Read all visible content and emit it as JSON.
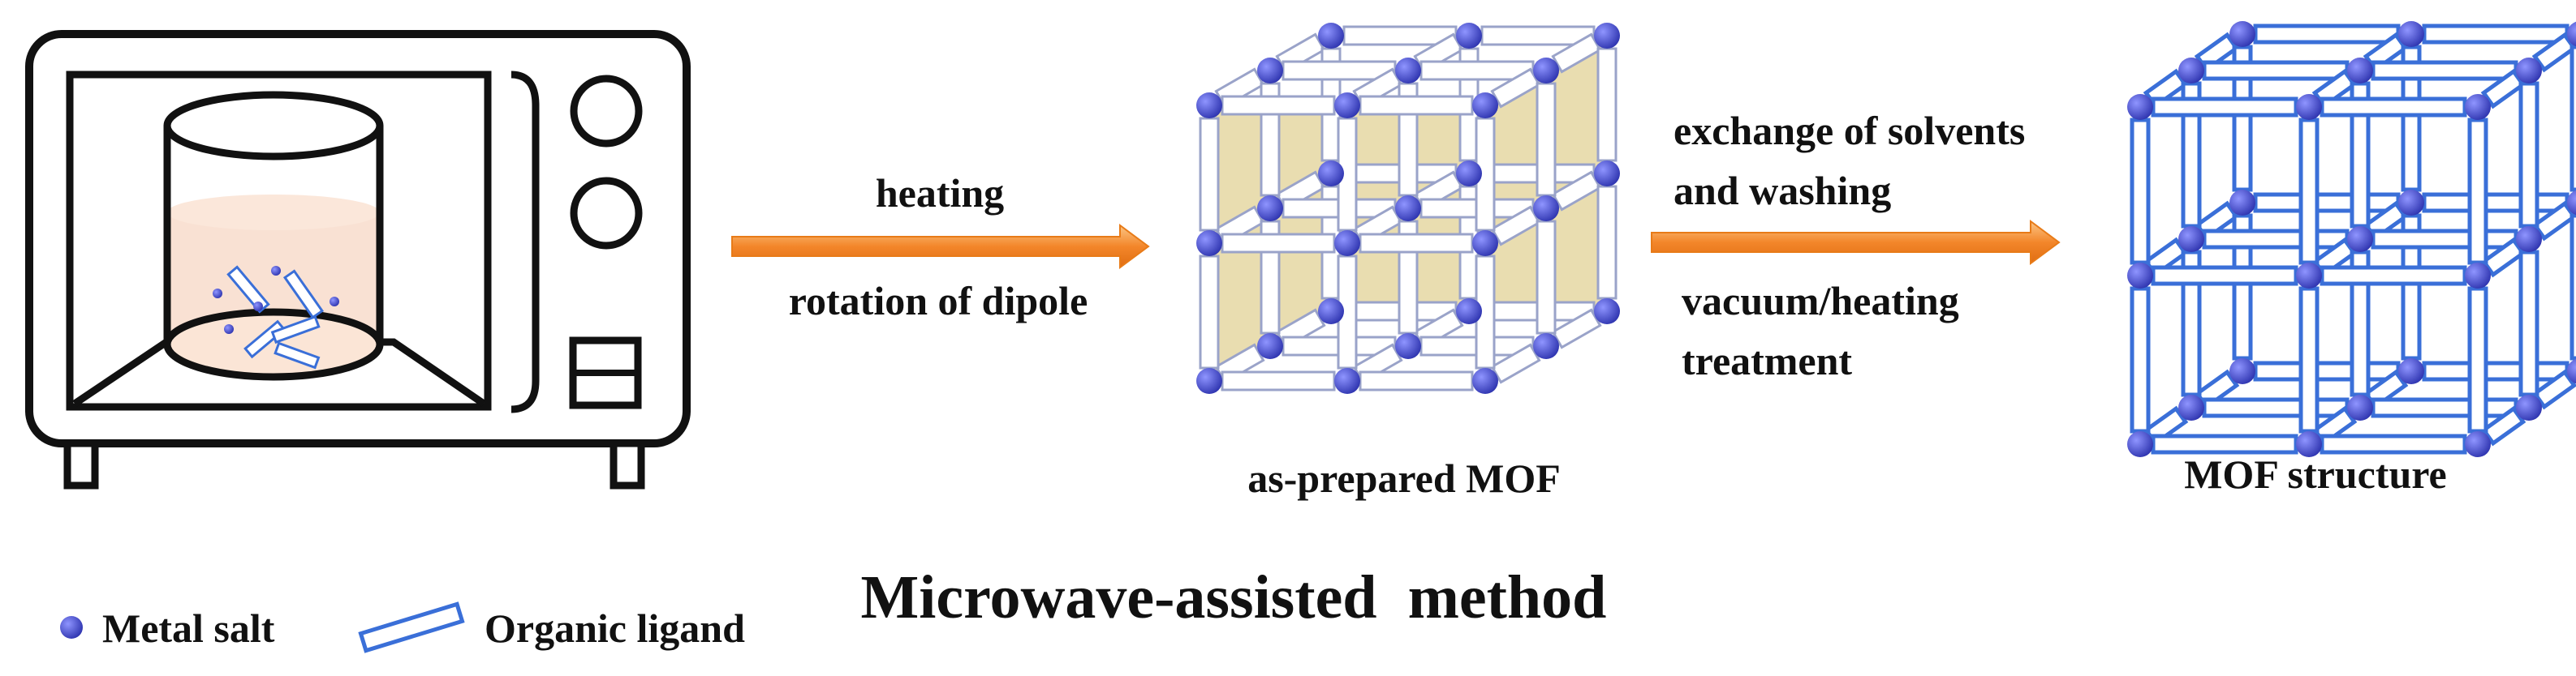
{
  "process": {
    "step1": {
      "above": "heating",
      "below": "rotation of dipole"
    },
    "step2": {
      "above": [
        "exchange of solvents",
        "and washing"
      ],
      "below": [
        "vacuum/heating",
        "treatment"
      ]
    }
  },
  "captions": {
    "as_prepared": "as-prepared MOF",
    "final": "MOF structure"
  },
  "legend": {
    "metal_salt": "Metal salt",
    "organic_ligand": "Organic ligand"
  },
  "title": "Microwave-assisted  method",
  "colors": {
    "metal_node": "#3f45c8",
    "ligand_outline": "#3a6fd8",
    "arrow": "#f08a24",
    "mof_fill": "#e9ddb0",
    "solution": "#f7d8c6",
    "outline": "#111111"
  },
  "icons": [
    "microwave-oven-icon",
    "beaker-icon",
    "arrow-right-icon",
    "mof-cube-icon"
  ]
}
